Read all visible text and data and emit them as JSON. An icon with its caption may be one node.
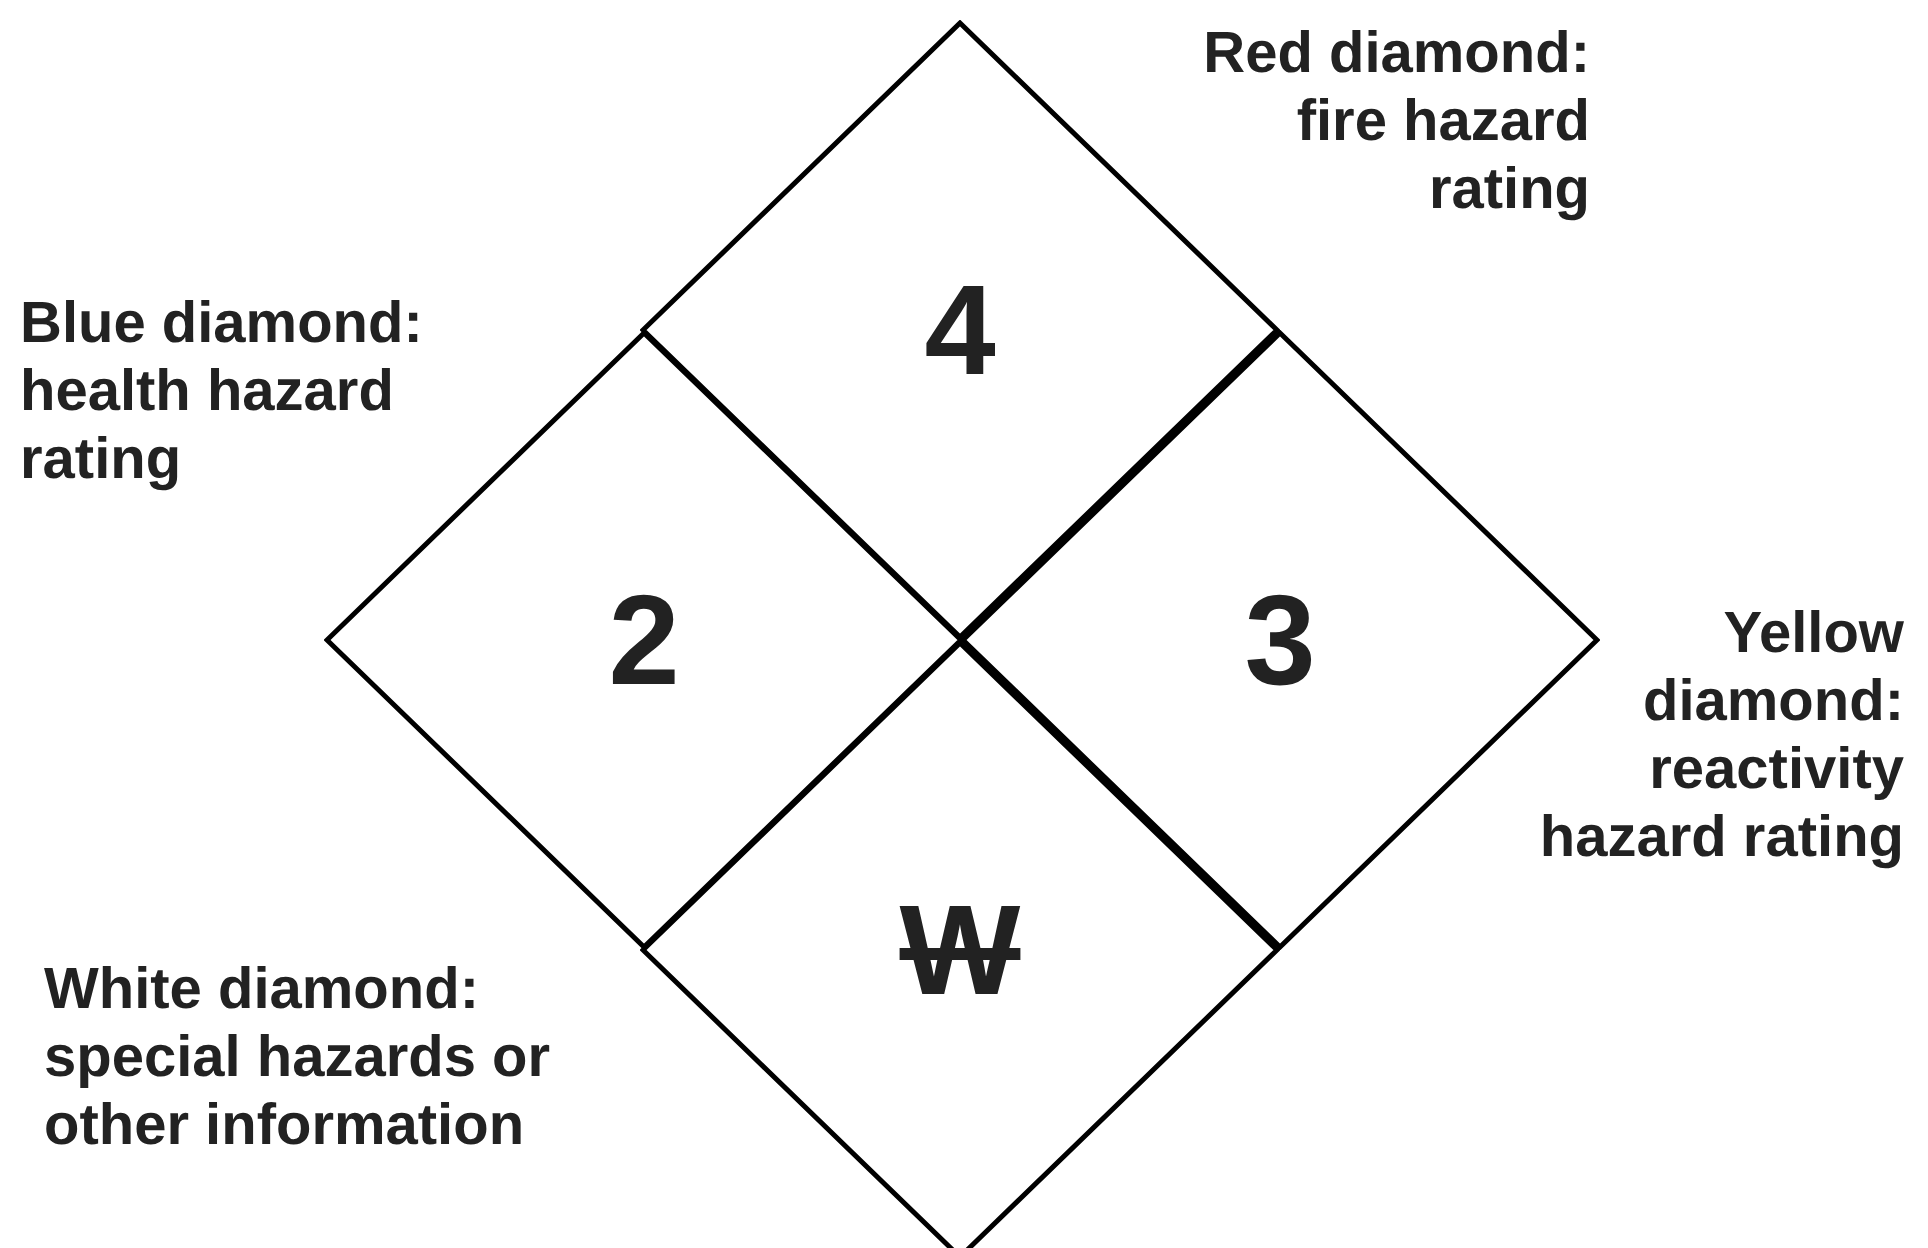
{
  "diagram": {
    "nodes": [
      {
        "text": [
          "4"
        ]
      },
      {
        "text": [
          "2"
        ]
      },
      {
        "text": [
          "3"
        ]
      },
      {
        "text": [
          "W"
        ]
      }
    ],
    "labels": [
      "Red diamond: fire hazard rating",
      "Blue diamond: health hazard rating",
      "Yellow diamond: reactivity hazard rating",
      "White diamond: special hazards or other information"
    ]
  }
}
